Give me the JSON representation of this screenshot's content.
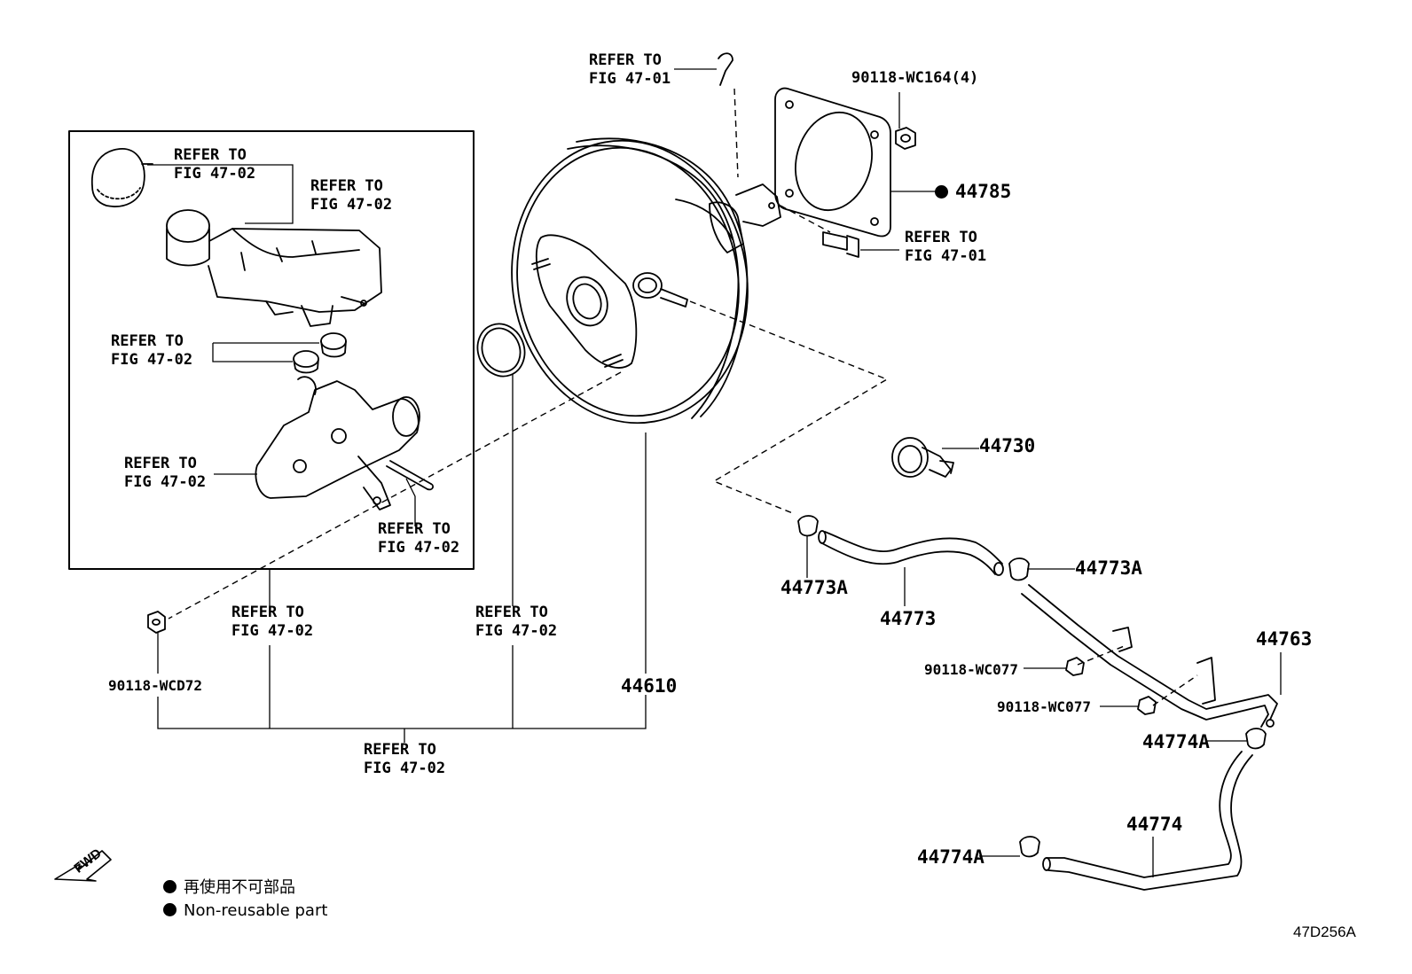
{
  "refer": {
    "fig4701_top": [
      "REFER TO",
      "FIG 47-01"
    ],
    "fig4701_right": [
      "REFER TO",
      "FIG 47-01"
    ],
    "cap": [
      "REFER TO",
      "FIG 47-02"
    ],
    "reservoir": [
      "REFER TO",
      "FIG 47-02"
    ],
    "grommets": [
      "REFER TO",
      "FIG 47-02"
    ],
    "master_cyl": [
      "REFER TO",
      "FIG 47-02"
    ],
    "pin": [
      "REFER TO",
      "FIG 47-02"
    ],
    "box_bottom": [
      "REFER TO",
      "FIG 47-02"
    ],
    "oring": [
      "REFER TO",
      "FIG 47-02"
    ],
    "bottom": [
      "REFER TO",
      "FIG 47-02"
    ]
  },
  "parts": {
    "nut_top": "90118-WC164(4)",
    "gasket": "44785",
    "check_valve": "44730",
    "clamp_left": "44773A",
    "clamp_right": "44773A",
    "hose_upper": "44773",
    "bolt_upper": "90118-WC077",
    "bolt_lower": "90118-WC077",
    "pipe": "44763",
    "clamp_mid": "44774A",
    "hose_lower": "44774",
    "clamp_bottom": "44774A",
    "nut_left": "90118-WCD72",
    "booster": "44610"
  },
  "fwd": "FWD",
  "legend": {
    "jp": "再使用不可部品",
    "en": "Non-reusable part"
  },
  "diagram_id": "47D256A"
}
